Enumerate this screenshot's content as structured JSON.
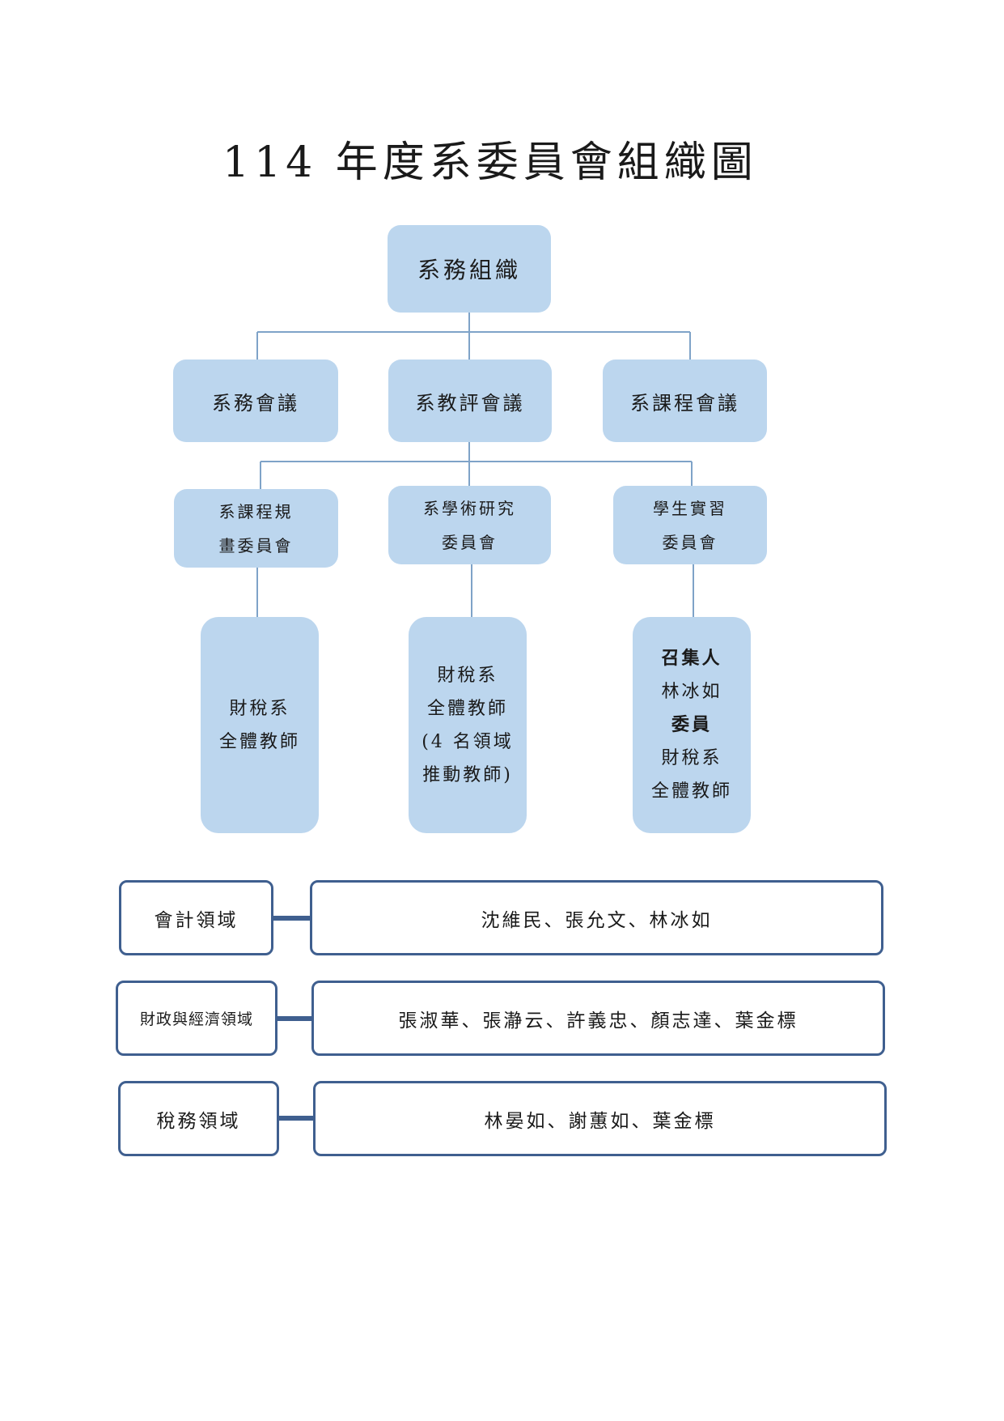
{
  "title": "114 年度系委員會組織圖",
  "top": {
    "label": "系務組織"
  },
  "level2": [
    {
      "label": "系務會議"
    },
    {
      "label": "系教評會議"
    },
    {
      "label": "系課程會議"
    }
  ],
  "level3": [
    {
      "lines": [
        "系課程規",
        "畫委員會"
      ]
    },
    {
      "lines": [
        "系學術研究",
        "委員會"
      ]
    },
    {
      "lines": [
        "學生實習",
        "委員會"
      ]
    }
  ],
  "level4": [
    {
      "lines": [
        "財稅系",
        "全體教師"
      ]
    },
    {
      "lines": [
        "財稅系",
        "全體教師",
        "(4 名領域",
        "推動教師)"
      ]
    },
    {
      "lines": [
        "召集人",
        "林冰如",
        "委員",
        "財稅系",
        "全體教師"
      ]
    }
  ],
  "fields": [
    {
      "label": "會計領域",
      "members": "沈維民、張允文、林冰如"
    },
    {
      "label": "財政與經濟領域",
      "members": "張淑華、張瀞云、許義忠、顏志達、葉金標"
    },
    {
      "label": "稅務領域",
      "members": "林晏如、謝蕙如、葉金標"
    }
  ],
  "colors": {
    "box_fill": "#bcd6ee",
    "connector": "#7fa3c8",
    "field_border": "#3f5f8f"
  }
}
